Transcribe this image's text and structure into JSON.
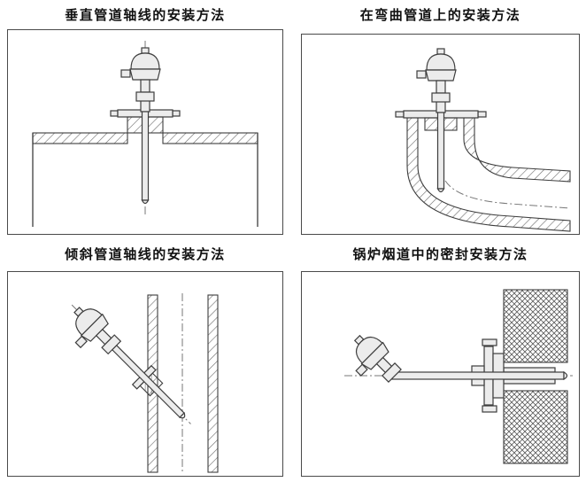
{
  "page": {
    "background": "#ffffff",
    "line_color": "#3d3d3d",
    "border_color": "#4a4a4a"
  },
  "panels": [
    {
      "title": "垂直管道轴线的安装方法",
      "figure": "thermocouple-vertical-into-horizontal-pipe"
    },
    {
      "title": "在弯曲管道上的安装方法",
      "figure": "thermocouple-into-pipe-elbow"
    },
    {
      "title": "倾斜管道轴线的安装方法",
      "figure": "thermocouple-inclined-into-vertical-pipe"
    },
    {
      "title": "锅炉烟道中的密封安装方法",
      "figure": "thermocouple-sealed-through-boiler-flue-wall"
    }
  ]
}
